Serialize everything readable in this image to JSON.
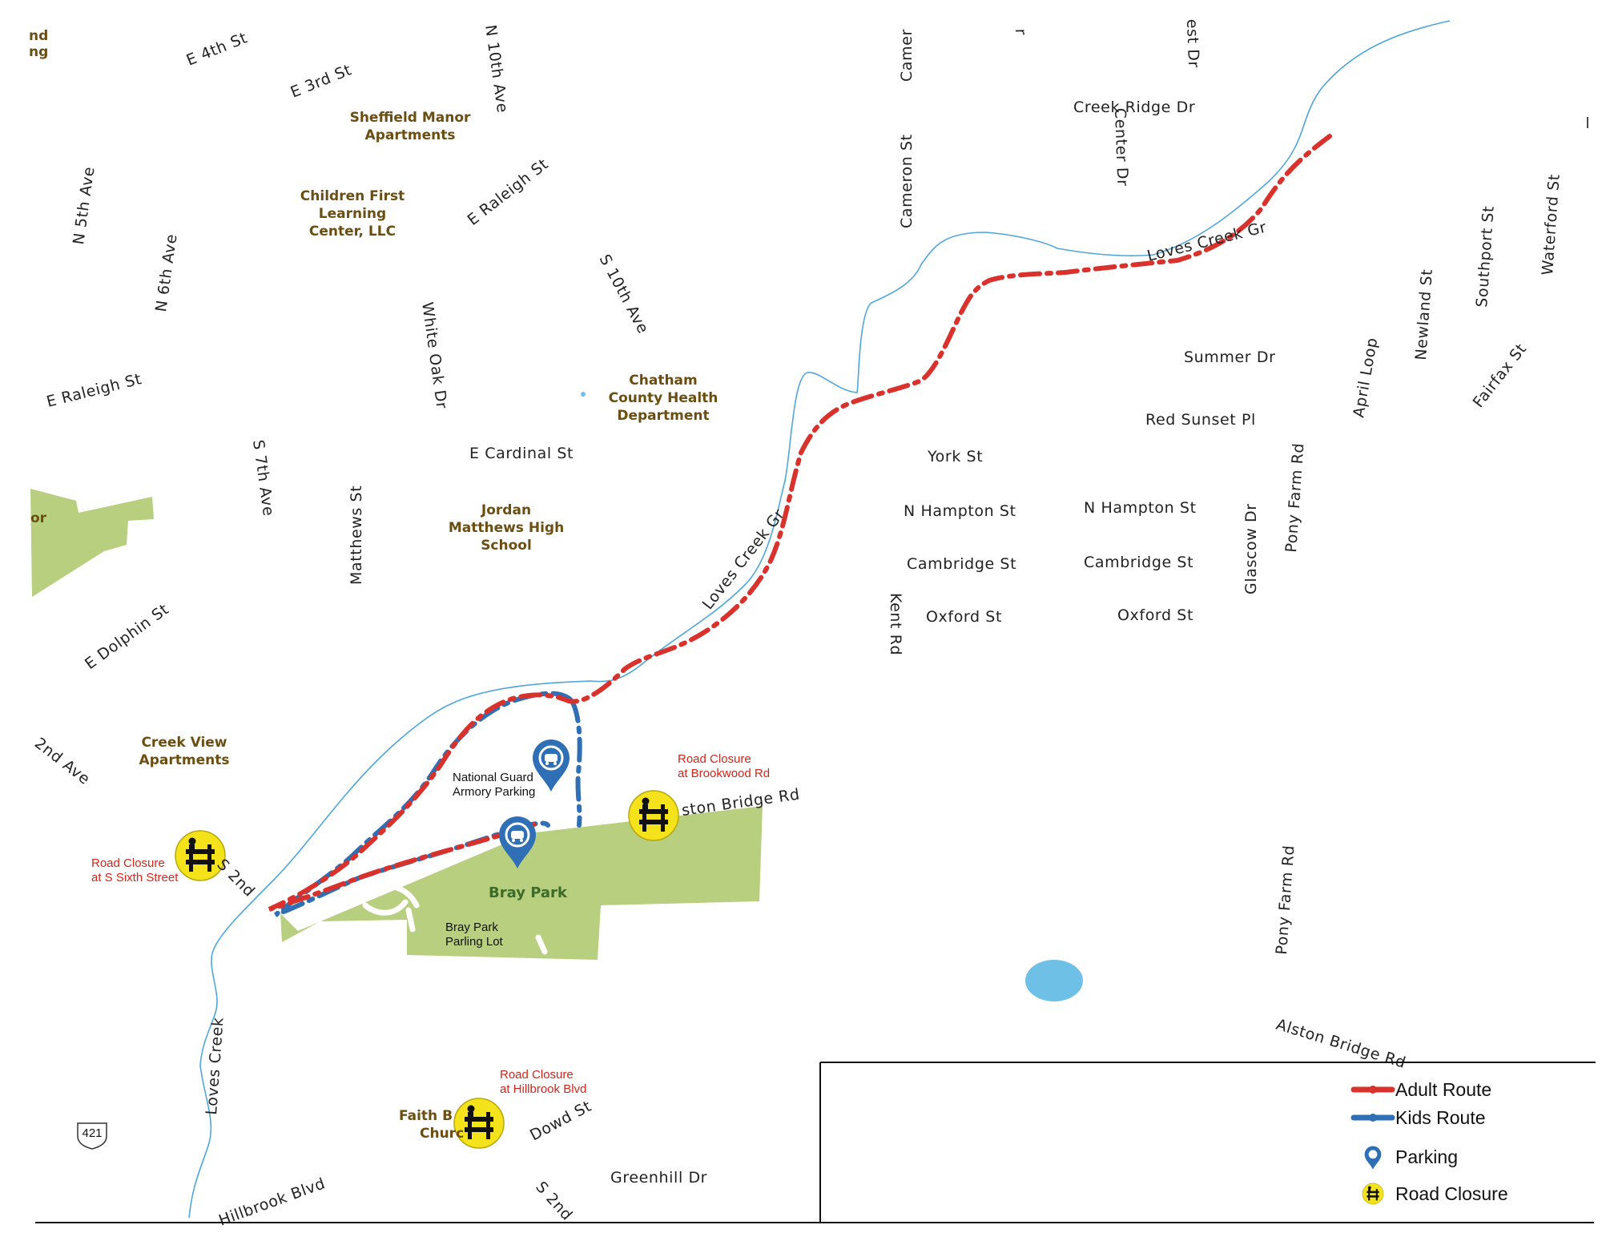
{
  "streets": [
    {
      "id": "e-4th-st",
      "text": "E 4th St"
    },
    {
      "id": "e-3rd-st",
      "text": "E 3rd St"
    },
    {
      "id": "n-10th-ave",
      "text": "N 10th Ave"
    },
    {
      "id": "n-5th-ave",
      "text": "N 5th Ave"
    },
    {
      "id": "n-6th-ave",
      "text": "N 6th Ave"
    },
    {
      "id": "e-raleigh-st-east",
      "text": "E Raleigh St"
    },
    {
      "id": "e-raleigh-st-west",
      "text": "E Raleigh St"
    },
    {
      "id": "s-10th-ave",
      "text": "S 10th Ave"
    },
    {
      "id": "white-oak-dr",
      "text": "White Oak Dr"
    },
    {
      "id": "e-cardinal-st",
      "text": "E Cardinal St"
    },
    {
      "id": "s-7th-ave",
      "text": "S 7th Ave"
    },
    {
      "id": "matthews-st",
      "text": "Matthews St"
    },
    {
      "id": "e-dolphin-st",
      "text": "E Dolphin St"
    },
    {
      "id": "2nd-ave",
      "text": "2nd Ave"
    },
    {
      "id": "s-2nd",
      "text": "S 2nd"
    },
    {
      "id": "camer",
      "text": "Camer"
    },
    {
      "id": "cameron-st",
      "text": "Cameron St"
    },
    {
      "id": "creek-ridge-dr",
      "text": "Creek Ridge Dr"
    },
    {
      "id": "center-dr",
      "text": "Center Dr"
    },
    {
      "id": "est-dr",
      "text": "est Dr"
    },
    {
      "id": "r-fragment",
      "text": "r"
    },
    {
      "id": "waterford-st",
      "text": "Waterford St"
    },
    {
      "id": "southport-st",
      "text": "Southport St"
    },
    {
      "id": "newland-st",
      "text": "Newland St"
    },
    {
      "id": "april-loop",
      "text": "April Loop"
    },
    {
      "id": "fairfax-st",
      "text": "Fairfax St"
    },
    {
      "id": "summer-dr",
      "text": "Summer Dr"
    },
    {
      "id": "red-sunset-pl",
      "text": "Red Sunset Pl"
    },
    {
      "id": "pony-farm-rd-north",
      "text": "Pony Farm Rd"
    },
    {
      "id": "pony-farm-rd-south",
      "text": "Pony Farm Rd"
    },
    {
      "id": "glascow-dr",
      "text": "Glascow Dr"
    },
    {
      "id": "york-st",
      "text": "York St"
    },
    {
      "id": "n-hampton-st-west",
      "text": "N Hampton St"
    },
    {
      "id": "n-hampton-st-east",
      "text": "N Hampton St"
    },
    {
      "id": "cambridge-st-west",
      "text": "Cambridge St"
    },
    {
      "id": "cambridge-st-east",
      "text": "Cambridge St"
    },
    {
      "id": "oxford-st-west",
      "text": "Oxford St"
    },
    {
      "id": "oxford-st-east",
      "text": "Oxford St"
    },
    {
      "id": "kent-rd",
      "text": "Kent Rd"
    },
    {
      "id": "alston-bridge-rd-park",
      "text": "ston Bridge Rd"
    },
    {
      "id": "alston-bridge-rd-east",
      "text": "Alston Bridge Rd"
    },
    {
      "id": "hillbrook-blvd",
      "text": "Hillbrook Blvd"
    },
    {
      "id": "greenhill-dr",
      "text": "Greenhill Dr"
    },
    {
      "id": "dowd-st",
      "text": "Dowd St"
    },
    {
      "id": "s-2nd-south",
      "text": "S 2nd"
    },
    {
      "id": "loves-creek",
      "text": "Loves Creek"
    },
    {
      "id": "loves-creek-upper",
      "text": "Loves Creek Gr"
    },
    {
      "id": "loves-creek-mid",
      "text": "Loves Creek Gr"
    }
  ],
  "places": {
    "sheffield_1": "Sheffield Manor",
    "sheffield_2": "Apartments",
    "children_1": "Children First",
    "children_2": "Learning",
    "children_3": "Center, LLC",
    "health_1": "Chatham",
    "health_2": "County Health",
    "health_3": "Department",
    "jordan_1": "Jordan",
    "jordan_2": "Matthews High",
    "jordan_3": "School",
    "creekview_1": "Creek View",
    "creekview_2": "Apartments",
    "faith_1": "Faith B",
    "faith_2": "Churc",
    "bray_park": "Bray Park",
    "bray_lot_1": "Bray Park",
    "bray_lot_2": "Parling Lot",
    "armory_1": "National Guard",
    "armory_2": "Armory Parking",
    "corner_1": "nd",
    "corner_2": "ng",
    "park_west": "or",
    "highway": "421"
  },
  "closures": {
    "brookwood_1": "Road Closure",
    "brookwood_2": "at Brookwood Rd",
    "sixth_1": "Road Closure",
    "sixth_2": "at S Sixth Street",
    "hillbrook_1": "Road Closure",
    "hillbrook_2": "at Hillbrook Blvd"
  },
  "legend": {
    "adult": "Adult Route",
    "kids": "Kids Route",
    "parking": "Parking",
    "closure": "Road Closure"
  },
  "colors": {
    "adult_route": "#d9312b",
    "kids_route": "#2f6fb5",
    "park": "#b7cf7e",
    "creek": "#4fa6dc",
    "closure_marker": "#f4e21a"
  },
  "icons": [
    "parking-marker-icon",
    "road-closure-barricade-icon",
    "us-highway-shield-icon"
  ]
}
